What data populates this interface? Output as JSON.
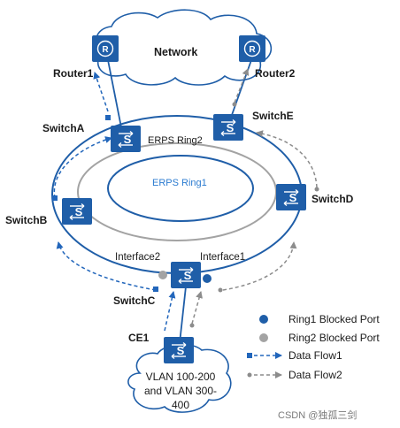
{
  "network": {
    "label": "Network"
  },
  "routers": {
    "router1": "Router1",
    "router2": "Router2",
    "icon_letter": "R"
  },
  "switches": {
    "switch_a": "SwitchA",
    "switch_b": "SwitchB",
    "switch_c": "SwitchC",
    "switch_d": "SwitchD",
    "switch_e": "SwitchE",
    "ce1": "CE1",
    "icon_letter": "S"
  },
  "rings": {
    "ring1": "ERPS Ring1",
    "ring2": "ERPS Ring2"
  },
  "interfaces": {
    "interface1": "Interface1",
    "interface2": "Interface2"
  },
  "vlan": {
    "line1": "VLAN 100-200",
    "line2": "and VLAN 300-",
    "line3": "400"
  },
  "legend": {
    "ring1_blocked": "Ring1 Blocked Port",
    "ring2_blocked": "Ring2 Blocked Port",
    "data_flow1": "Data Flow1",
    "data_flow2": "Data Flow2"
  },
  "watermark": "CSDN @独孤三剑",
  "colors": {
    "device_blue": "#1f5ea8",
    "ring_blue": "#1f5ea8",
    "ring_gray": "#a3a3a3",
    "ring1_text": "#2b7bd0",
    "flow1": "#2266bb",
    "flow2": "#8c8c8c"
  }
}
